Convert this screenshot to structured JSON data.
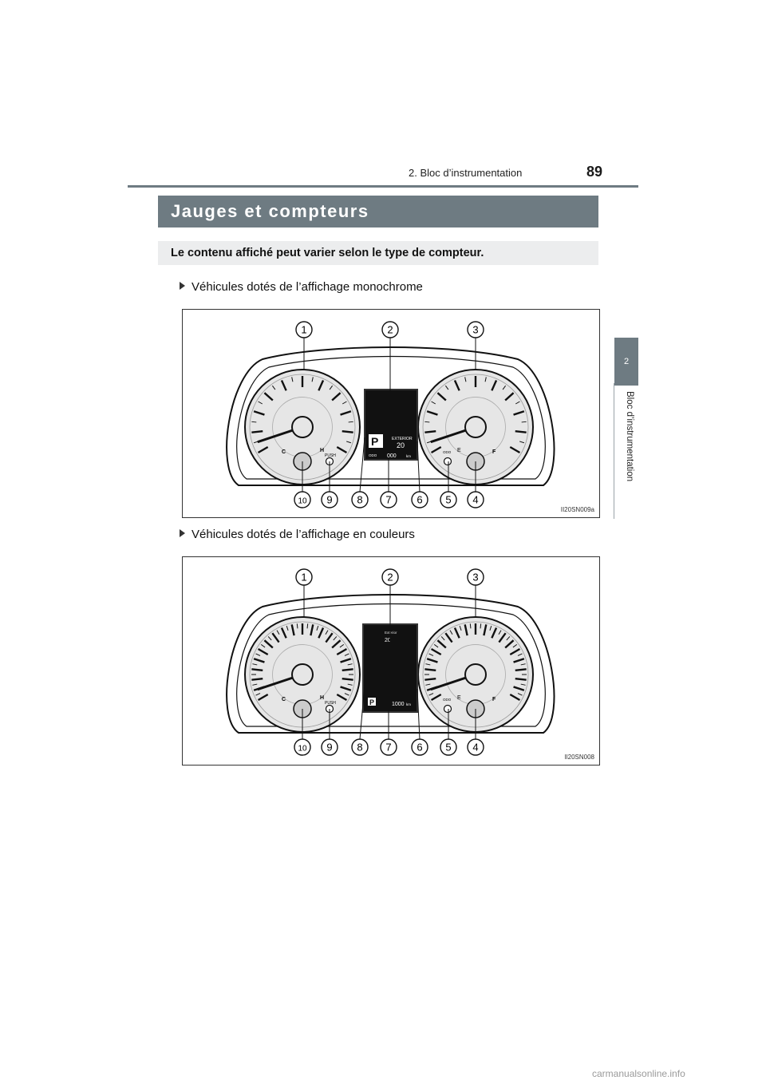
{
  "header": {
    "page_number": "89",
    "section": "2. Bloc d’instrumentation"
  },
  "side_tab": {
    "number": "2",
    "label": "Bloc d’instrumentation"
  },
  "title": "Jauges et compteurs",
  "subtitle": "Le contenu affiché peut varier selon le type de compteur.",
  "variants": [
    {
      "label": "Véhicules dotés de l’affichage monochrome",
      "figure_code": "II20SN009a",
      "display_text": {
        "exterior": "EXTERIOR",
        "temp": "20",
        "odo": "ODO",
        "distance": "000",
        "unit": "km"
      }
    },
    {
      "label": "Véhicules dotés de l’affichage en couleurs",
      "figure_code": "II20SN008",
      "display_text": {
        "exterior": "Exterior",
        "temp": "20",
        "distance": "1000",
        "unit": "km"
      }
    }
  ],
  "callouts": [
    "1",
    "2",
    "3",
    "4",
    "5",
    "6",
    "7",
    "8",
    "9",
    "10"
  ],
  "gauge_marks": {
    "cold": "C",
    "hot": "H",
    "empty": "E",
    "full": "F",
    "push": "PUSH",
    "odo_btn": "ODO",
    "gear": "P"
  },
  "colors": {
    "accent": "#6e7b82",
    "subtitle_bg": "#ecedee"
  },
  "watermark": "carmanualsonline.info"
}
